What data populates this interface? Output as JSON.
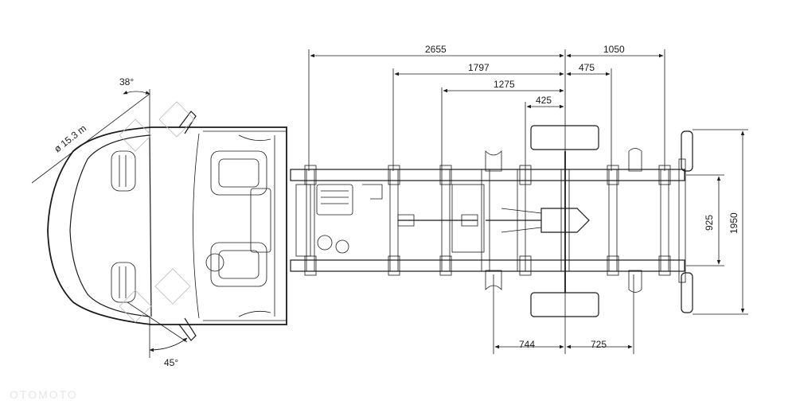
{
  "dimensions": {
    "overall_upper": "2655",
    "rear_overhang": "1050",
    "mid_1797": "1797",
    "mid_475": "475",
    "mid_1275": "1275",
    "mid_425": "425",
    "frame_width": "925",
    "overall_width": "1950",
    "front_track": "744",
    "rear_track": "725"
  },
  "angles": {
    "approach_top": "38°",
    "approach_bottom": "45°",
    "turning_circle": "ø 15.3 m"
  },
  "watermark": "OTOMOTO",
  "colors": {
    "ink": "#1a1a1a",
    "light": "#b9b9b9"
  }
}
